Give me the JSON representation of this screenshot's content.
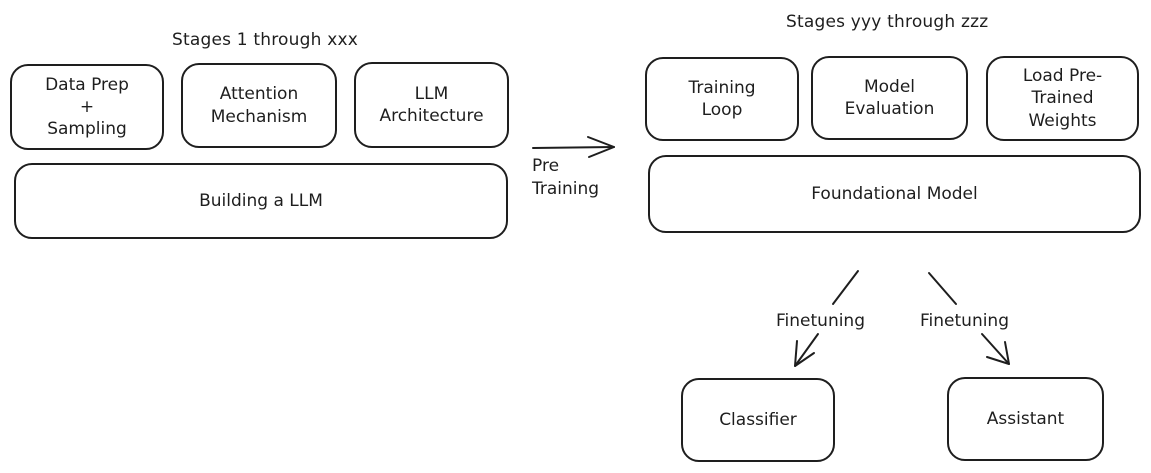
{
  "left_group": {
    "title": "Stages 1 through xxx",
    "components": [
      {
        "label": "Data Prep\n+\nSampling"
      },
      {
        "label": "Attention\nMechanism"
      },
      {
        "label": "LLM\nArchitecture"
      }
    ],
    "base": {
      "label": "Building a LLM"
    }
  },
  "pretraining_arrow": {
    "label": "Pre\nTraining"
  },
  "right_group": {
    "title": "Stages yyy through zzz",
    "components": [
      {
        "label": "Training\nLoop"
      },
      {
        "label": "Model\nEvaluation"
      },
      {
        "label": "Load Pre-\nTrained\nWeights"
      }
    ],
    "base": {
      "label": "Foundational Model"
    }
  },
  "finetuning": {
    "left_label": "Finetuning",
    "right_label": "Finetuning"
  },
  "outputs": {
    "classifier": "Classifier",
    "assistant": "Assistant"
  }
}
